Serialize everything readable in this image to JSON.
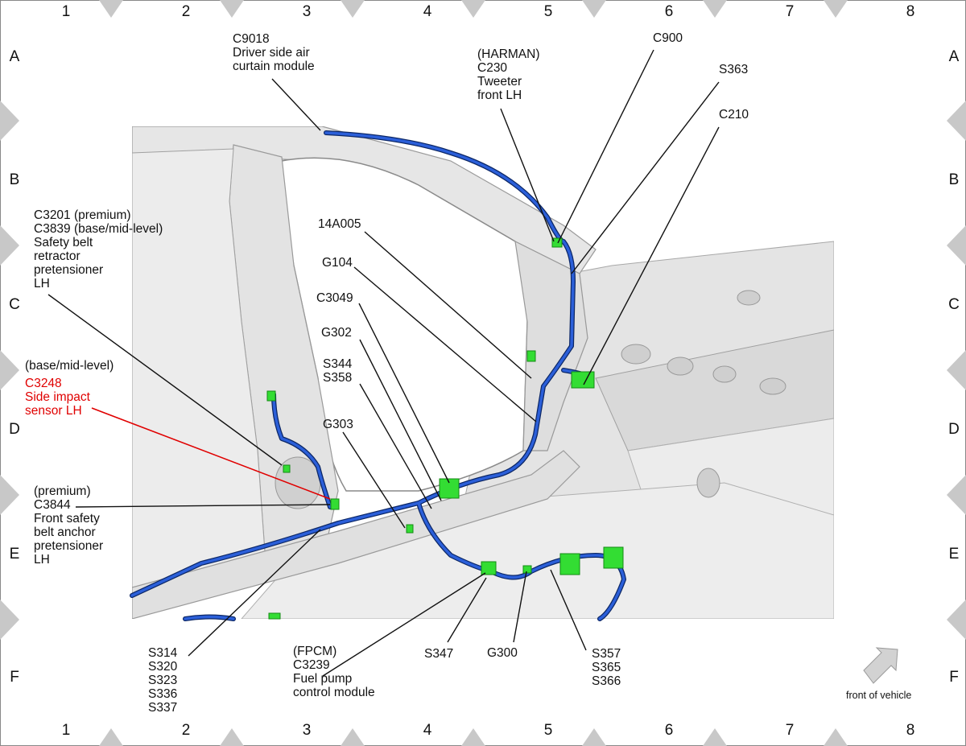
{
  "grid": {
    "columns": [
      "1",
      "2",
      "3",
      "4",
      "5",
      "6",
      "7",
      "8"
    ],
    "rows": [
      "A",
      "B",
      "C",
      "D",
      "E",
      "F"
    ]
  },
  "labels": {
    "c9018": "C9018\nDriver side air\ncurtain module",
    "harman_c230": "(HARMAN)\nC230\nTweeter\nfront LH",
    "c900": "C900",
    "s363": "S363",
    "c210": "C210",
    "c3201": "C3201 (premium)\nC3839 (base/mid-level)\nSafety belt\nretractor\npretensioner\nLH",
    "c3248_qualifier": "(base/mid-level)",
    "c3248": "C3248\nSide impact\nsensor LH",
    "14a005": "14A005",
    "g104": "G104",
    "c3049": "C3049",
    "g302": "G302",
    "s344": "S344\nS358",
    "g303": "G303",
    "c3844": "(premium)\nC3844\nFront safety\nbelt anchor\npretensioner\nLH",
    "s314": "S314\nS320\nS323\nS336\nS337",
    "fpcm": "(FPCM)\nC3239\nFuel pump\ncontrol module",
    "s347": "S347",
    "g300": "G300",
    "s357": "S357\nS365\nS366"
  },
  "front_of_vehicle": "front of vehicle",
  "colors": {
    "wire": "#1f49b8",
    "wire_dark": "#0c2766",
    "connector": "#33dd33",
    "leader": "#111111",
    "leader_red": "#e00000",
    "frame_gray": "#c8c8c8",
    "body_gray": "#e6e6e6",
    "body_edge": "#9a9a9a",
    "arrow_gray": "#cfcfcf"
  }
}
